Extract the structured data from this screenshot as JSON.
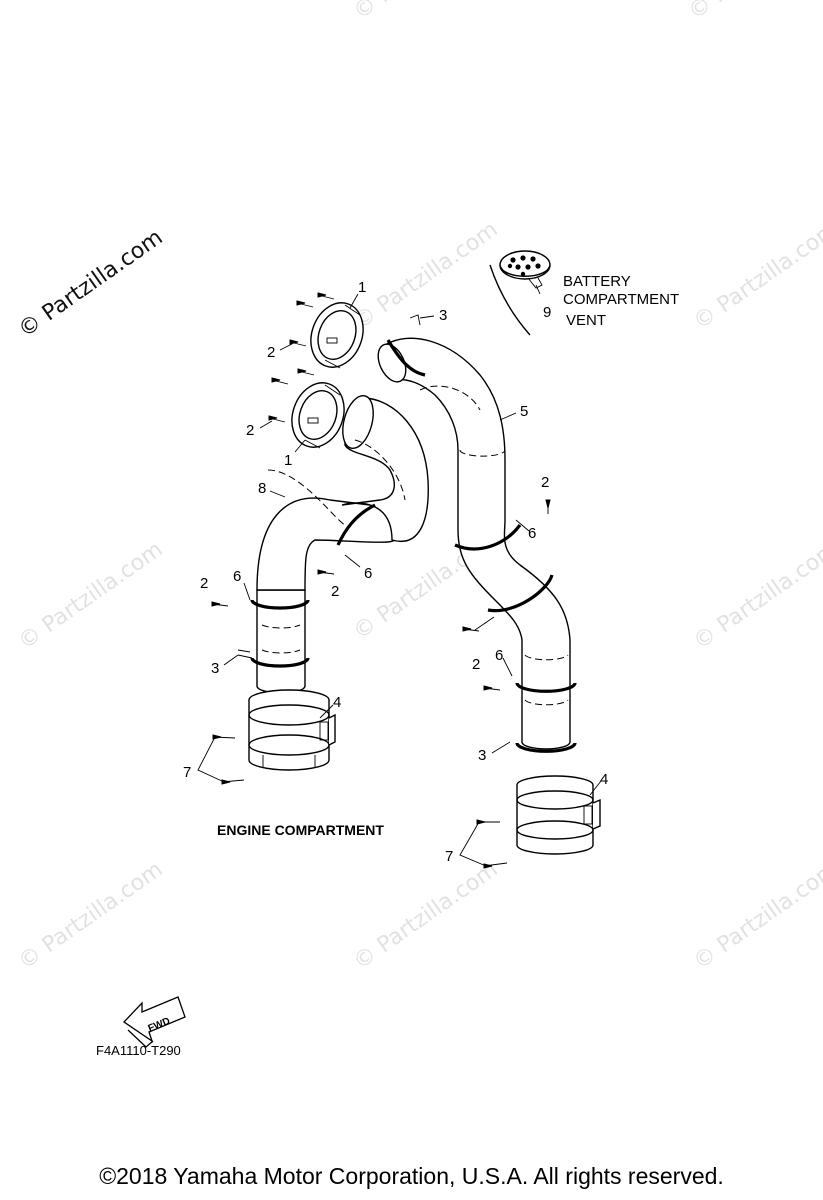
{
  "watermark": {
    "text": "© Partzilla.com"
  },
  "callouts": {
    "n1": "1",
    "n2": "2",
    "n3": "3",
    "n4": "4",
    "n5": "5",
    "n6": "6",
    "n7": "7",
    "n8": "8",
    "n9": "9"
  },
  "vent_label": {
    "line1": "BATTERY",
    "line2": "COMPARTMENT",
    "line3": "VENT"
  },
  "engine_label": "ENGINE COMPARTMENT",
  "fwd_label": "FWD",
  "diagram_code": "F4A1110-T290",
  "copyright": "©2018  Yamaha Motor Corporation, U.S.A. All rights reserved."
}
